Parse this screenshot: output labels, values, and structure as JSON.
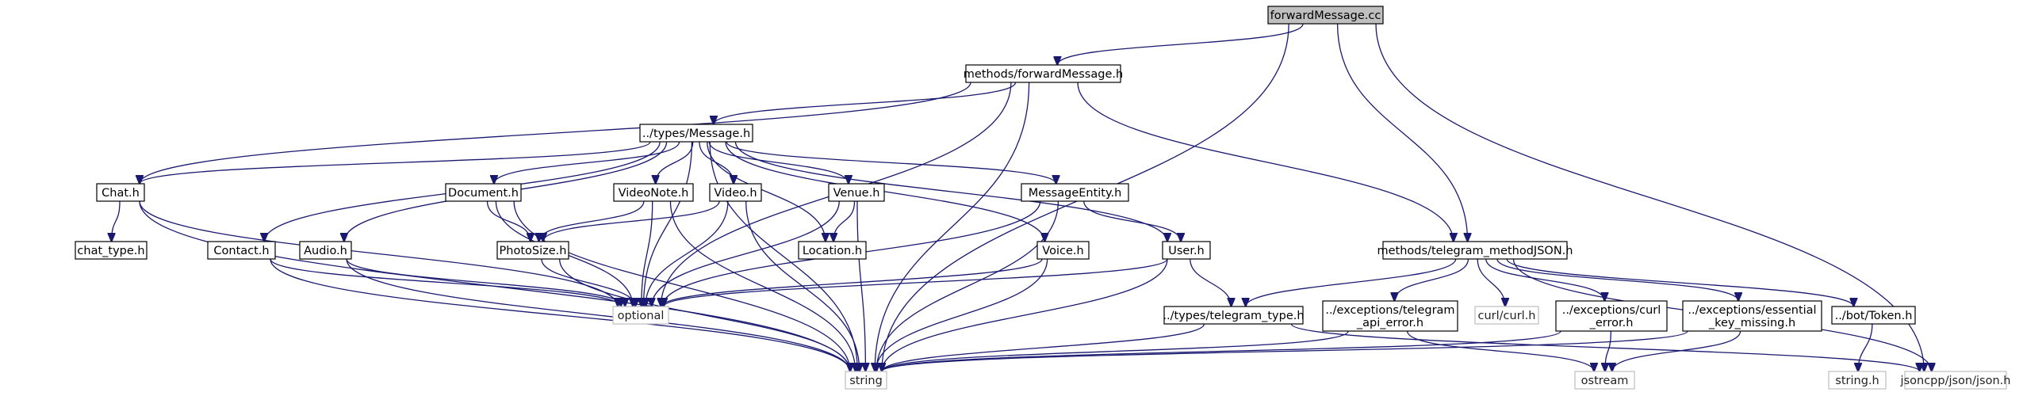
{
  "graph": {
    "root": "forwardMessage.cc",
    "colors": {
      "edge": "#191970",
      "root_fill": "#bfbfbf",
      "external_border": "#bfbfbf",
      "node_border": "#000000"
    },
    "nodes": [
      {
        "id": "root",
        "lines": [
          "forwardMessage.cc"
        ],
        "kind": "root"
      },
      {
        "id": "methods_fwd",
        "lines": [
          "methods/forwardMessage.h"
        ],
        "kind": "file"
      },
      {
        "id": "message",
        "lines": [
          "../types/Message.h"
        ],
        "kind": "file"
      },
      {
        "id": "chat",
        "lines": [
          "Chat.h"
        ],
        "kind": "file"
      },
      {
        "id": "chat_type",
        "lines": [
          "chat_type.h"
        ],
        "kind": "file"
      },
      {
        "id": "contact",
        "lines": [
          "Contact.h"
        ],
        "kind": "file"
      },
      {
        "id": "audio",
        "lines": [
          "Audio.h"
        ],
        "kind": "file"
      },
      {
        "id": "document",
        "lines": [
          "Document.h"
        ],
        "kind": "file"
      },
      {
        "id": "photosize",
        "lines": [
          "PhotoSize.h"
        ],
        "kind": "file"
      },
      {
        "id": "videonote",
        "lines": [
          "VideoNote.h"
        ],
        "kind": "file"
      },
      {
        "id": "video",
        "lines": [
          "Video.h"
        ],
        "kind": "file"
      },
      {
        "id": "venue",
        "lines": [
          "Venue.h"
        ],
        "kind": "file"
      },
      {
        "id": "location",
        "lines": [
          "Location.h"
        ],
        "kind": "file"
      },
      {
        "id": "msgentity",
        "lines": [
          "MessageEntity.h"
        ],
        "kind": "file"
      },
      {
        "id": "voice",
        "lines": [
          "Voice.h"
        ],
        "kind": "file"
      },
      {
        "id": "user",
        "lines": [
          "User.h"
        ],
        "kind": "file"
      },
      {
        "id": "optional",
        "lines": [
          "optional"
        ],
        "kind": "external"
      },
      {
        "id": "string",
        "lines": [
          "string"
        ],
        "kind": "external"
      },
      {
        "id": "tg_type",
        "lines": [
          "../types/telegram_type.h"
        ],
        "kind": "file"
      },
      {
        "id": "tm_json",
        "lines": [
          "methods/telegram_methodJSON.h"
        ],
        "kind": "file"
      },
      {
        "id": "exc_api",
        "lines": [
          "../exceptions/telegram",
          "_api_error.h"
        ],
        "kind": "file"
      },
      {
        "id": "curl",
        "lines": [
          "curl/curl.h"
        ],
        "kind": "external"
      },
      {
        "id": "exc_curl",
        "lines": [
          "../exceptions/curl",
          "_error.h"
        ],
        "kind": "file"
      },
      {
        "id": "exc_key",
        "lines": [
          "../exceptions/essential",
          "_key_missing.h"
        ],
        "kind": "file"
      },
      {
        "id": "token",
        "lines": [
          "../bot/Token.h"
        ],
        "kind": "file"
      },
      {
        "id": "ostream",
        "lines": [
          "ostream"
        ],
        "kind": "external"
      },
      {
        "id": "string_h",
        "lines": [
          "string.h"
        ],
        "kind": "external"
      },
      {
        "id": "jsoncpp",
        "lines": [
          "jsoncpp/json/json.h"
        ],
        "kind": "external"
      }
    ],
    "edges": [
      [
        "root",
        "methods_fwd"
      ],
      [
        "root",
        "string"
      ],
      [
        "root",
        "tm_json"
      ],
      [
        "root",
        "jsoncpp"
      ],
      [
        "methods_fwd",
        "message"
      ],
      [
        "methods_fwd",
        "chat"
      ],
      [
        "methods_fwd",
        "optional"
      ],
      [
        "methods_fwd",
        "string"
      ],
      [
        "methods_fwd",
        "tm_json"
      ],
      [
        "message",
        "chat"
      ],
      [
        "message",
        "contact"
      ],
      [
        "message",
        "audio"
      ],
      [
        "message",
        "document"
      ],
      [
        "message",
        "optional"
      ],
      [
        "message",
        "string"
      ],
      [
        "message",
        "videonote"
      ],
      [
        "message",
        "video"
      ],
      [
        "message",
        "venue"
      ],
      [
        "message",
        "location"
      ],
      [
        "message",
        "msgentity"
      ],
      [
        "message",
        "voice"
      ],
      [
        "message",
        "user"
      ],
      [
        "chat",
        "chat_type"
      ],
      [
        "chat",
        "optional"
      ],
      [
        "chat",
        "string"
      ],
      [
        "contact",
        "optional"
      ],
      [
        "contact",
        "string"
      ],
      [
        "audio",
        "optional"
      ],
      [
        "audio",
        "string"
      ],
      [
        "document",
        "photosize"
      ],
      [
        "document",
        "optional"
      ],
      [
        "document",
        "string"
      ],
      [
        "photosize",
        "optional"
      ],
      [
        "photosize",
        "string"
      ],
      [
        "videonote",
        "photosize"
      ],
      [
        "videonote",
        "optional"
      ],
      [
        "videonote",
        "string"
      ],
      [
        "video",
        "photosize"
      ],
      [
        "video",
        "optional"
      ],
      [
        "video",
        "string"
      ],
      [
        "venue",
        "location"
      ],
      [
        "venue",
        "optional"
      ],
      [
        "venue",
        "string"
      ],
      [
        "msgentity",
        "user"
      ],
      [
        "msgentity",
        "optional"
      ],
      [
        "msgentity",
        "string"
      ],
      [
        "voice",
        "optional"
      ],
      [
        "voice",
        "string"
      ],
      [
        "user",
        "optional"
      ],
      [
        "user",
        "string"
      ],
      [
        "user",
        "tg_type"
      ],
      [
        "tg_type",
        "string"
      ],
      [
        "tg_type",
        "jsoncpp"
      ],
      [
        "tm_json",
        "tg_type"
      ],
      [
        "tm_json",
        "exc_api"
      ],
      [
        "tm_json",
        "curl"
      ],
      [
        "tm_json",
        "exc_curl"
      ],
      [
        "tm_json",
        "exc_key"
      ],
      [
        "tm_json",
        "token"
      ],
      [
        "tm_json",
        "jsoncpp"
      ],
      [
        "exc_api",
        "string"
      ],
      [
        "exc_api",
        "ostream"
      ],
      [
        "exc_curl",
        "string"
      ],
      [
        "exc_curl",
        "ostream"
      ],
      [
        "exc_key",
        "string"
      ],
      [
        "exc_key",
        "ostream"
      ],
      [
        "token",
        "string_h"
      ]
    ]
  }
}
